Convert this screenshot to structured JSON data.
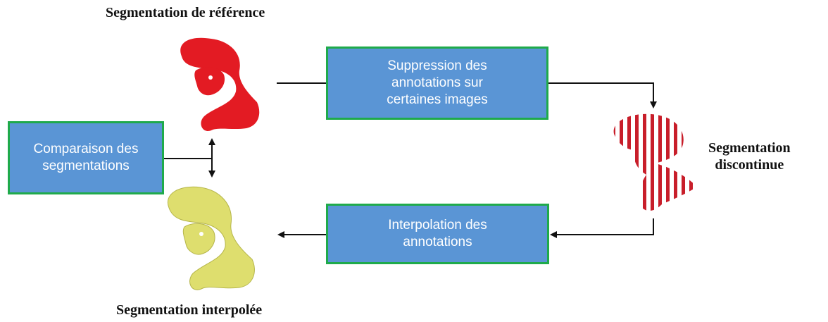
{
  "captions": {
    "reference": "Segmentation de référence",
    "interpolated": "Segmentation interpolée",
    "discontinuous": "Segmentation\ndiscontinue"
  },
  "boxes": {
    "suppression": "Suppression des\nannotations sur\ncertaines images",
    "comparison": "Comparaison des\nsegmentations",
    "interpolation": "Interpolation des\nannotations"
  },
  "colors": {
    "box_fill": "#5a95d5",
    "box_border": "#1faa4b",
    "box_text": "#ffffff",
    "reference_shape": "#e31b23",
    "interpolated_shape": "#dede6e",
    "discontinuous_stripes": "#c81e2a",
    "arrow": "#111111"
  }
}
